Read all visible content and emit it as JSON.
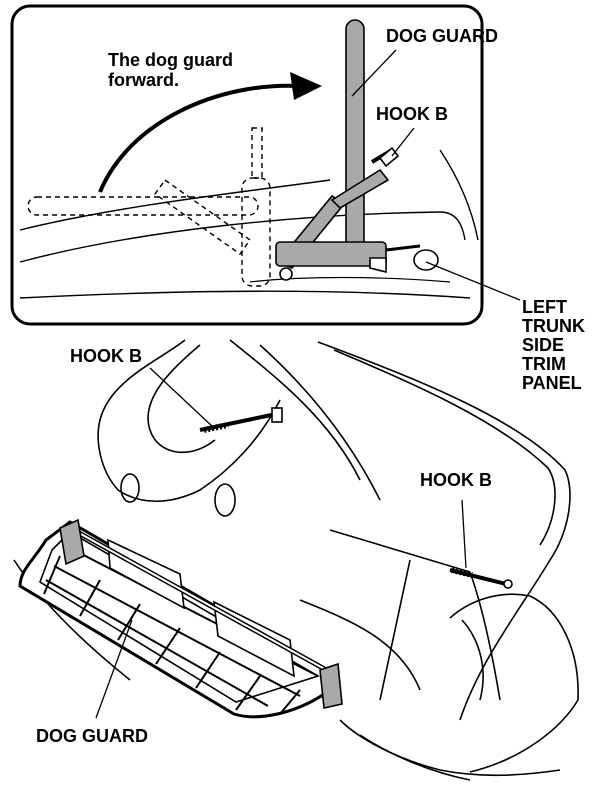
{
  "inset": {
    "note_line1": "The dog guard",
    "note_line2": "forward.",
    "dog_guard_label": "DOG GUARD",
    "hook_b_label": "HOOK B"
  },
  "side_panel_label": [
    "LEFT",
    "TRUNK",
    "SIDE",
    "TRIM",
    "PANEL"
  ],
  "main": {
    "hook_b_left_label": "HOOK B",
    "hook_b_right_label": "HOOK B",
    "dog_guard_label": "DOG GUARD"
  },
  "colors": {
    "ink": "#000000",
    "part_gray": "#a9a9a9",
    "paper": "#ffffff"
  }
}
